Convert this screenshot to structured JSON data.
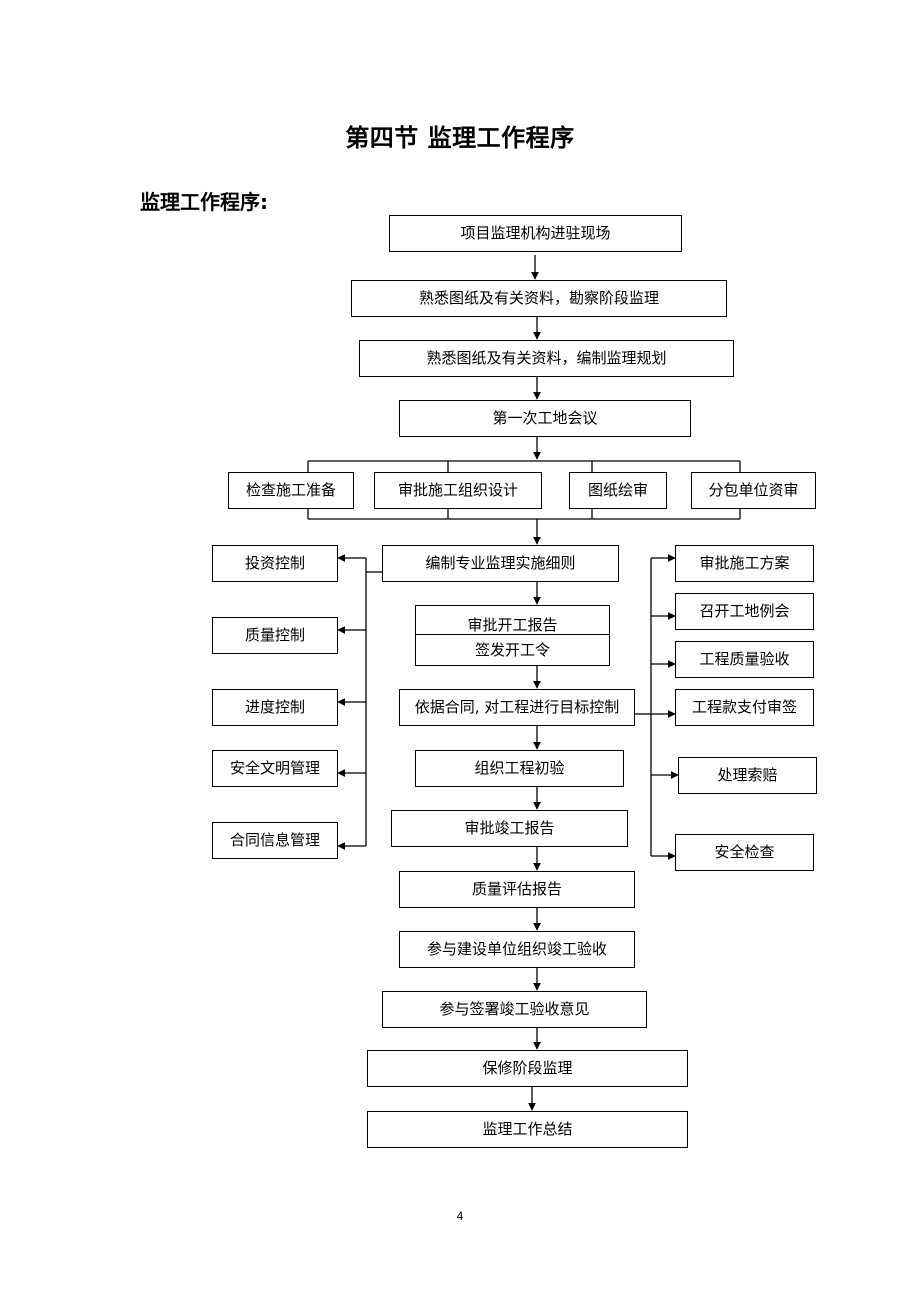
{
  "page": {
    "title": "第四节  监理工作程序",
    "section_label": "监理工作程序:",
    "page_number": "4"
  },
  "flow": {
    "main_steps": [
      "项目监理机构进驻现场",
      "熟悉图纸及有关资料，勘察阶段监理",
      "熟悉图纸及有关资料，编制监理规划",
      "第一次工地会议"
    ],
    "parallel_steps": [
      "检查施工准备",
      "审批施工组织设计",
      "图纸绘审",
      "分包单位资审"
    ],
    "implementation_steps": [
      "编制专业监理实施细则",
      "审批开工报告",
      "签发开工令",
      "依据合同, 对工程进行目标控制",
      "组织工程初验",
      "审批竣工报告",
      "质量评估报告",
      "参与建设单位组织竣工验收",
      "参与签署竣工验收意见",
      "保修阶段监理",
      "监理工作总结"
    ],
    "left_controls": [
      "投资控制",
      "质量控制",
      "进度控制",
      "安全文明管理",
      "合同信息管理"
    ],
    "right_tasks": [
      "审批施工方案",
      "召开工地例会",
      "工程质量验收",
      "工程款支付审签",
      "处理索赔",
      "安全检查"
    ]
  }
}
